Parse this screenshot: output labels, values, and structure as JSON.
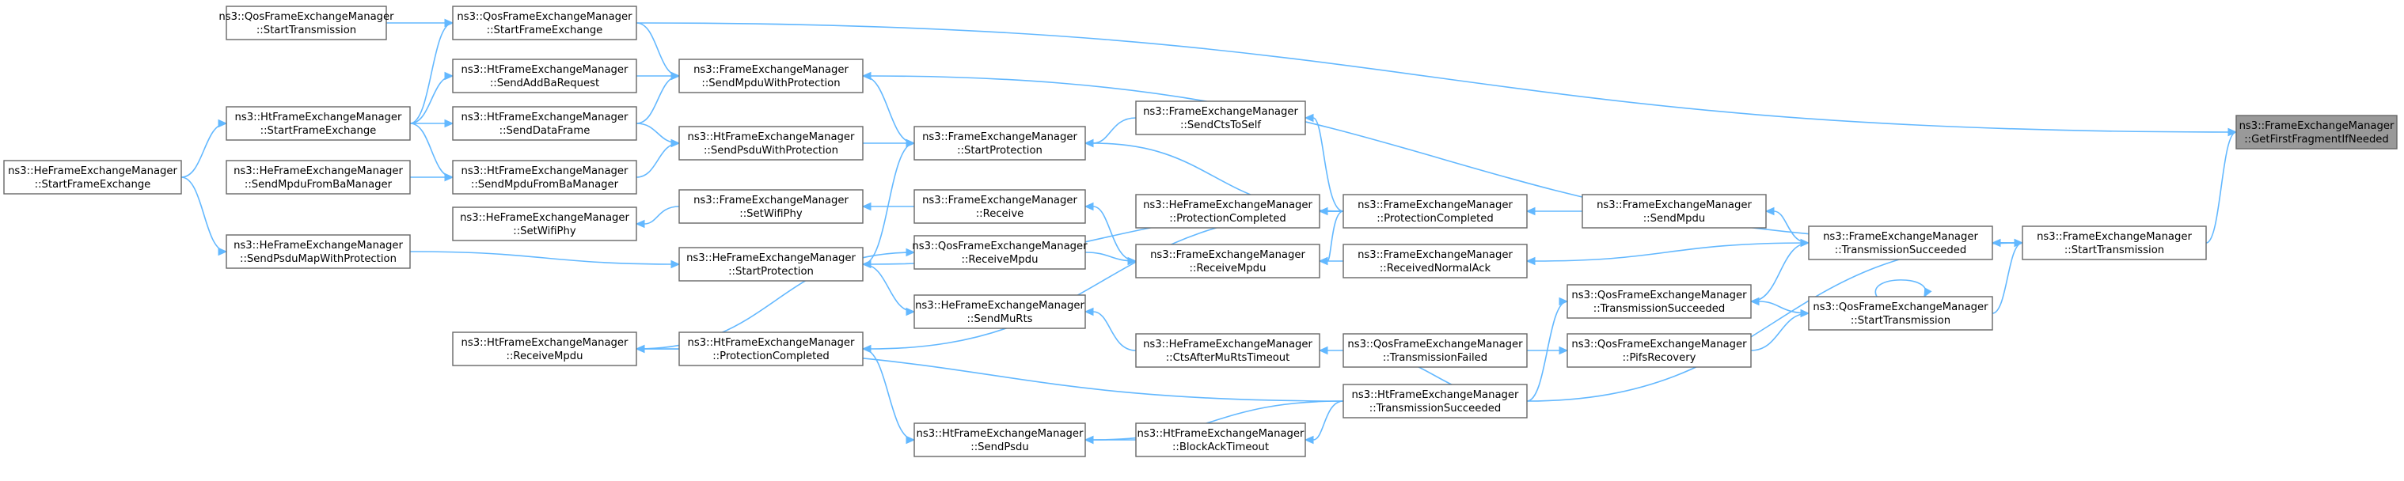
{
  "nodes": [
    {
      "id": "n0",
      "line1": "ns3::FrameExchangeManager",
      "line2": "::GetFirstFragmentIfNeeded",
      "highlight": true
    },
    {
      "id": "n1",
      "line1": "ns3::QosFrameExchangeManager",
      "line2": "::StartTransmission"
    },
    {
      "id": "n2",
      "line1": "ns3::QosFrameExchangeManager",
      "line2": "::StartFrameExchange"
    },
    {
      "id": "n3",
      "line1": "ns3::HtFrameExchangeManager",
      "line2": "::SendAddBaRequest"
    },
    {
      "id": "n4",
      "line1": "ns3::FrameExchangeManager",
      "line2": "::SendMpduWithProtection"
    },
    {
      "id": "n5",
      "line1": "ns3::HtFrameExchangeManager",
      "line2": "::StartFrameExchange"
    },
    {
      "id": "n6",
      "line1": "ns3::HtFrameExchangeManager",
      "line2": "::SendDataFrame"
    },
    {
      "id": "n7",
      "line1": "ns3::HeFrameExchangeManager",
      "line2": "::StartFrameExchange"
    },
    {
      "id": "n8",
      "line1": "ns3::HeFrameExchangeManager",
      "line2": "::SendMpduFromBaManager"
    },
    {
      "id": "n9",
      "line1": "ns3::HtFrameExchangeManager",
      "line2": "::SendMpduFromBaManager"
    },
    {
      "id": "n10",
      "line1": "ns3::HtFrameExchangeManager",
      "line2": "::SendPsduWithProtection"
    },
    {
      "id": "n11",
      "line1": "ns3::FrameExchangeManager",
      "line2": "::StartProtection"
    },
    {
      "id": "n12",
      "line1": "ns3::FrameExchangeManager",
      "line2": "::SendCtsToSelf"
    },
    {
      "id": "n13",
      "line1": "ns3::HeFrameExchangeManager",
      "line2": "::SetWifiPhy"
    },
    {
      "id": "n14",
      "line1": "ns3::FrameExchangeManager",
      "line2": "::SetWifiPhy"
    },
    {
      "id": "n15",
      "line1": "ns3::FrameExchangeManager",
      "line2": "::Receive"
    },
    {
      "id": "n16",
      "line1": "ns3::HeFrameExchangeManager",
      "line2": "::ProtectionCompleted"
    },
    {
      "id": "n17",
      "line1": "ns3::FrameExchangeManager",
      "line2": "::ProtectionCompleted"
    },
    {
      "id": "n18",
      "line1": "ns3::FrameExchangeManager",
      "line2": "::SendMpdu"
    },
    {
      "id": "n19",
      "line1": "ns3::HeFrameExchangeManager",
      "line2": "::SendPsduMapWithProtection"
    },
    {
      "id": "n20",
      "line1": "ns3::HeFrameExchangeManager",
      "line2": "::StartProtection"
    },
    {
      "id": "n21",
      "line1": "ns3::QosFrameExchangeManager",
      "line2": "::ReceiveMpdu"
    },
    {
      "id": "n22",
      "line1": "ns3::FrameExchangeManager",
      "line2": "::ReceiveMpdu"
    },
    {
      "id": "n23",
      "line1": "ns3::FrameExchangeManager",
      "line2": "::ReceivedNormalAck"
    },
    {
      "id": "n24",
      "line1": "ns3::FrameExchangeManager",
      "line2": "::TransmissionSucceeded"
    },
    {
      "id": "n25",
      "line1": "ns3::FrameExchangeManager",
      "line2": "::StartTransmission"
    },
    {
      "id": "n26",
      "line1": "ns3::HeFrameExchangeManager",
      "line2": "::SendMuRts"
    },
    {
      "id": "n27",
      "line1": "ns3::QosFrameExchangeManager",
      "line2": "::TransmissionSucceeded"
    },
    {
      "id": "n28",
      "line1": "ns3::QosFrameExchangeManager",
      "line2": "::StartTransmission"
    },
    {
      "id": "n29",
      "line1": "ns3::HtFrameExchangeManager",
      "line2": "::ReceiveMpdu"
    },
    {
      "id": "n30",
      "line1": "ns3::HtFrameExchangeManager",
      "line2": "::ProtectionCompleted"
    },
    {
      "id": "n31",
      "line1": "ns3::HeFrameExchangeManager",
      "line2": "::CtsAfterMuRtsTimeout"
    },
    {
      "id": "n32",
      "line1": "ns3::QosFrameExchangeManager",
      "line2": "::TransmissionFailed"
    },
    {
      "id": "n33",
      "line1": "ns3::QosFrameExchangeManager",
      "line2": "::PifsRecovery"
    },
    {
      "id": "n34",
      "line1": "ns3::HtFrameExchangeManager",
      "line2": "::TransmissionSucceeded"
    },
    {
      "id": "n35",
      "line1": "ns3::HtFrameExchangeManager",
      "line2": "::SendPsdu"
    },
    {
      "id": "n36",
      "line1": "ns3::HtFrameExchangeManager",
      "line2": "::BlockAckTimeout"
    }
  ],
  "edges": [
    {
      "from": "n2",
      "to": "n0"
    },
    {
      "from": "n25",
      "to": "n0"
    },
    {
      "from": "n1",
      "to": "n2"
    },
    {
      "from": "n5",
      "to": "n2"
    },
    {
      "from": "n3",
      "to": "n4"
    },
    {
      "from": "n6",
      "to": "n4"
    },
    {
      "from": "n2",
      "to": "n4"
    },
    {
      "from": "n25",
      "to": "n4"
    },
    {
      "from": "n5",
      "to": "n3"
    },
    {
      "from": "n5",
      "to": "n6"
    },
    {
      "from": "n5",
      "to": "n9"
    },
    {
      "from": "n7",
      "to": "n5"
    },
    {
      "from": "n8",
      "to": "n9"
    },
    {
      "from": "n9",
      "to": "n10"
    },
    {
      "from": "n6",
      "to": "n10"
    },
    {
      "from": "n4",
      "to": "n11"
    },
    {
      "from": "n10",
      "to": "n11"
    },
    {
      "from": "n20",
      "to": "n11"
    },
    {
      "from": "n17",
      "to": "n11"
    },
    {
      "from": "n12",
      "to": "n11"
    },
    {
      "from": "n17",
      "to": "n12"
    },
    {
      "from": "n14",
      "to": "n13"
    },
    {
      "from": "n15",
      "to": "n14"
    },
    {
      "from": "n22",
      "to": "n15"
    },
    {
      "from": "n17",
      "to": "n16"
    },
    {
      "from": "n18",
      "to": "n17"
    },
    {
      "from": "n24",
      "to": "n18"
    },
    {
      "from": "n7",
      "to": "n19"
    },
    {
      "from": "n19",
      "to": "n20"
    },
    {
      "from": "n17",
      "to": "n20"
    },
    {
      "from": "n29",
      "to": "n21"
    },
    {
      "from": "n21",
      "to": "n22"
    },
    {
      "from": "n17",
      "to": "n22"
    },
    {
      "from": "n23",
      "to": "n22"
    },
    {
      "from": "n24",
      "to": "n23"
    },
    {
      "from": "n25",
      "to": "n24"
    },
    {
      "from": "n27",
      "to": "n24"
    },
    {
      "from": "n28",
      "to": "n25"
    },
    {
      "from": "n34",
      "to": "n25"
    },
    {
      "from": "n20",
      "to": "n26"
    },
    {
      "from": "n31",
      "to": "n26"
    },
    {
      "from": "n28",
      "to": "n27"
    },
    {
      "from": "n33",
      "to": "n28"
    },
    {
      "from": "n28",
      "to": "n28"
    },
    {
      "from": "n30",
      "to": "n29"
    },
    {
      "from": "n17",
      "to": "n30"
    },
    {
      "from": "n32",
      "to": "n31"
    },
    {
      "from": "n34",
      "to": "n32"
    },
    {
      "from": "n34",
      "to": "n27"
    },
    {
      "from": "n32",
      "to": "n33"
    },
    {
      "from": "n34",
      "to": "n29"
    },
    {
      "from": "n30",
      "to": "n35"
    },
    {
      "from": "n36",
      "to": "n35"
    },
    {
      "from": "n34",
      "to": "n35"
    },
    {
      "from": "n34",
      "to": "n36"
    }
  ],
  "colors": {
    "edge": "#63b8ff",
    "node_border": "#666666",
    "node_fill": "#ffffff",
    "highlight_fill": "#999999"
  }
}
